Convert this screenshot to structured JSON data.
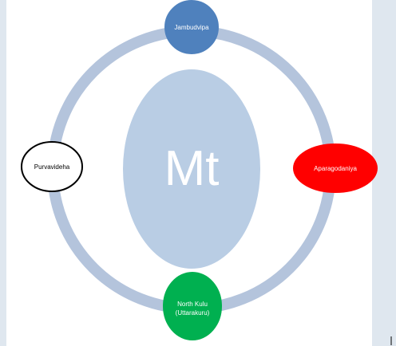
{
  "center": {
    "label": "Mt",
    "fill": "#b9cde4",
    "text_color": "#ffffff"
  },
  "ring": {
    "color": "#b4c4dc"
  },
  "frame": {
    "color": "#dfe7ef"
  },
  "nodes": {
    "top": {
      "label": "Jambudvipa",
      "fill": "#4f81bd",
      "stroke": "#4f81bd",
      "text_color": "#ffffff"
    },
    "right": {
      "label": "Aparagodaniya",
      "fill": "#ff0000",
      "stroke": "#ff0000",
      "text_color": "#ffffff"
    },
    "bottom": {
      "label_line1": "North Kulu",
      "label_line2": "(Uttarakuru)",
      "fill": "#00b050",
      "stroke": "#00b050",
      "text_color": "#ffffff"
    },
    "left": {
      "label": "Purvavideha",
      "fill": "#ffffff",
      "stroke": "#000000",
      "text_color": "#000000"
    }
  },
  "cursor_icon": "text-cursor-icon"
}
